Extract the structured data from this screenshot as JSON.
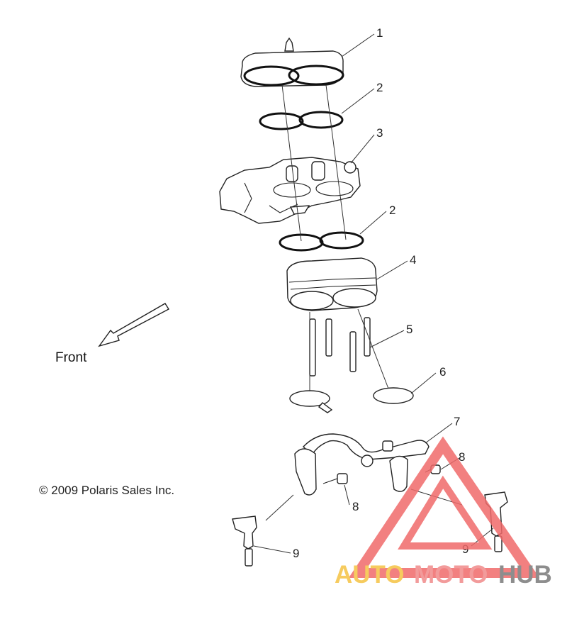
{
  "callouts": [
    "1",
    "2",
    "3",
    "2",
    "4",
    "5",
    "6",
    "7",
    "8",
    "8",
    "9",
    "9"
  ],
  "front_label": "Front",
  "copyright": "© 2009 Polaris Sales Inc.",
  "watermark": {
    "text_a": "AUTO",
    "text_b": "MOTO",
    "text_c": "HUB",
    "color_a": "#F5C242",
    "color_b": "#F08A8A",
    "color_c": "#7A7A7A",
    "triangle_color": "#F06A6A"
  }
}
